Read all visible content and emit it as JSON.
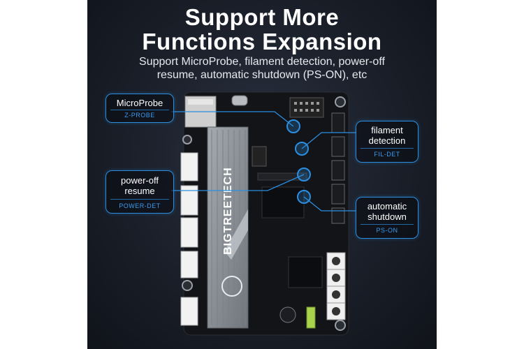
{
  "header": {
    "title_line1": "Support More",
    "title_line2": "Functions Expansion",
    "subtitle_line1": "Support MicroProbe, filament detection, power-off",
    "subtitle_line2": "resume, automatic shutdown (PS-ON), etc"
  },
  "board": {
    "brand": "BIGTREETECH",
    "colors": {
      "pcb": "#121418",
      "heatsink": "#8d9399",
      "accent": "#2b8ee0",
      "connector": "#f2f2f2"
    }
  },
  "callouts": {
    "microprobe": {
      "label": "MicroProbe",
      "code": "Z-PROBE"
    },
    "filament": {
      "label_line1": "filament",
      "label_line2": "detection",
      "code": "FIL-DET"
    },
    "poweroff": {
      "label_line1": "power-off",
      "label_line2": "resume",
      "code": "POWER-DET"
    },
    "shutdown": {
      "label_line1": "automatic",
      "label_line2": "shutdown",
      "code": "PS-ON"
    }
  }
}
